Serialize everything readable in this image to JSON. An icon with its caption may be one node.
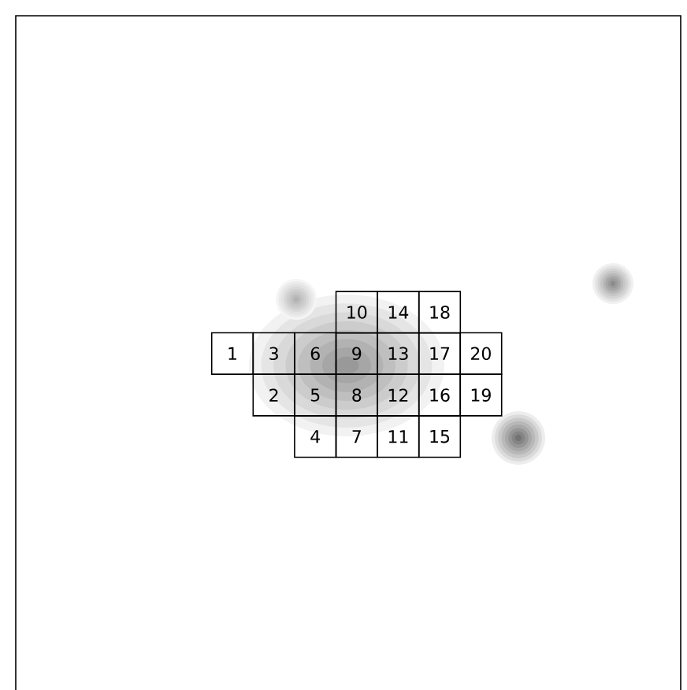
{
  "diagram": {
    "nodes": [
      {
        "text": [
          "10"
        ]
      },
      {
        "text": [
          "14"
        ]
      },
      {
        "text": [
          "18"
        ]
      },
      {
        "text": [
          "1"
        ]
      },
      {
        "text": [
          "3"
        ]
      },
      {
        "text": [
          "6"
        ]
      },
      {
        "text": [
          "9"
        ]
      },
      {
        "text": [
          "13"
        ]
      },
      {
        "text": [
          "17"
        ]
      },
      {
        "text": [
          "20"
        ]
      },
      {
        "text": [
          "2"
        ]
      },
      {
        "text": [
          "5"
        ]
      },
      {
        "text": [
          "8"
        ]
      },
      {
        "text": [
          "12"
        ]
      },
      {
        "text": [
          "16"
        ]
      },
      {
        "text": [
          "19"
        ]
      },
      {
        "text": [
          "4"
        ]
      },
      {
        "text": [
          "7"
        ]
      },
      {
        "text": [
          "11"
        ]
      },
      {
        "text": [
          "15"
        ]
      }
    ]
  }
}
